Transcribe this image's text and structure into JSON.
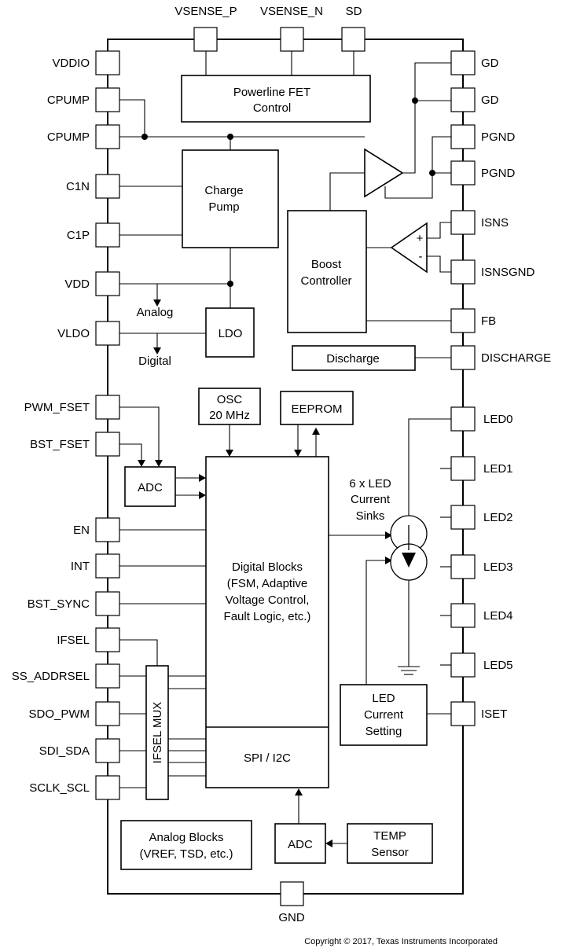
{
  "pins": {
    "vsense_p": "VSENSE_P",
    "vsense_n": "VSENSE_N",
    "sd": "SD",
    "vddio": "VDDIO",
    "cpump1": "CPUMP",
    "cpump2": "CPUMP",
    "c1n": "C1N",
    "c1p": "C1P",
    "vdd": "VDD",
    "vldo": "VLDO",
    "pwm_fset": "PWM_FSET",
    "bst_fset": "BST_FSET",
    "en": "EN",
    "int": "INT",
    "bst_sync": "BST_SYNC",
    "ifsel": "IFSEL",
    "ss_addrsel": "SS_ADDRSEL",
    "sdo_pwm": "SDO_PWM",
    "sdi_sda": "SDI_SDA",
    "sclk_scl": "SCLK_SCL",
    "gd1": "GD",
    "gd2": "GD",
    "pgnd1": "PGND",
    "pgnd2": "PGND",
    "isns": "ISNS",
    "isnsgnd": "ISNSGND",
    "fb": "FB",
    "discharge": "DISCHARGE",
    "led0": "LED0",
    "led1": "LED1",
    "led2": "LED2",
    "led3": "LED3",
    "led4": "LED4",
    "led5": "LED5",
    "iset": "ISET",
    "gnd": "GND"
  },
  "blocks": {
    "powerline_fet": [
      "Powerline FET",
      "Control"
    ],
    "charge_pump": [
      "Charge",
      "Pump"
    ],
    "ldo": "LDO",
    "boost": [
      "Boost",
      "Controller"
    ],
    "discharge": "Discharge",
    "osc": [
      "OSC",
      "20 MHz"
    ],
    "eeprom": "EEPROM",
    "adc_left": "ADC",
    "digital": [
      "Digital Blocks",
      "(FSM, Adaptive",
      "Voltage Control,",
      "Fault Logic, etc.)"
    ],
    "spi": "SPI / I2C",
    "ifsel_mux": "IFSEL MUX",
    "analog_blocks": [
      "Analog Blocks",
      "(VREF, TSD, etc.)"
    ],
    "adc_bottom": "ADC",
    "temp": [
      "TEMP",
      "Sensor"
    ],
    "led_setting": [
      "LED",
      "Current",
      "Setting"
    ]
  },
  "labels": {
    "analog": "Analog",
    "digital": "Digital",
    "led_sinks": [
      "6 x LED",
      "Current",
      "Sinks"
    ],
    "amp_plus": "+",
    "amp_minus": "-"
  },
  "copyright": "Copyright © 2017, Texas Instruments Incorporated"
}
